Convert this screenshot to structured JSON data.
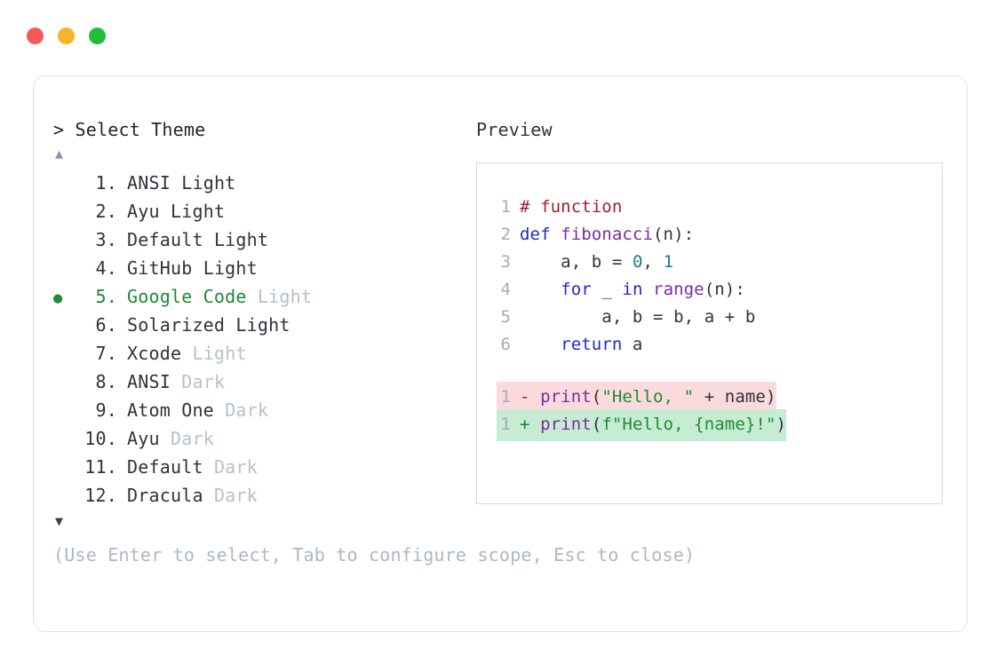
{
  "window": {
    "traffic_lights": [
      {
        "name": "close",
        "color": "#f25a55"
      },
      {
        "name": "minimize",
        "color": "#f5b429"
      },
      {
        "name": "maximize",
        "color": "#22bd3c"
      }
    ]
  },
  "prompt": {
    "marker": ">",
    "title": "Select Theme",
    "scroll_up_glyph": "▲",
    "scroll_down_glyph": "▼",
    "selected_index": 5,
    "selected_bullet": "●"
  },
  "themes": [
    {
      "num": "1.",
      "name": "ANSI",
      "variant": "Light",
      "variant_muted": false,
      "selected": false
    },
    {
      "num": "2.",
      "name": "Ayu",
      "variant": "Light",
      "variant_muted": false,
      "selected": false
    },
    {
      "num": "3.",
      "name": "Default",
      "variant": "Light",
      "variant_muted": false,
      "selected": false
    },
    {
      "num": "4.",
      "name": "GitHub",
      "variant": "Light",
      "variant_muted": false,
      "selected": false
    },
    {
      "num": "5.",
      "name": "Google Code",
      "variant": "Light",
      "variant_muted": true,
      "selected": true
    },
    {
      "num": "6.",
      "name": "Solarized",
      "variant": "Light",
      "variant_muted": false,
      "selected": false
    },
    {
      "num": "7.",
      "name": "Xcode",
      "variant": "Light",
      "variant_muted": true,
      "selected": false
    },
    {
      "num": "8.",
      "name": "ANSI",
      "variant": "Dark",
      "variant_muted": true,
      "selected": false
    },
    {
      "num": "9.",
      "name": "Atom One",
      "variant": "Dark",
      "variant_muted": true,
      "selected": false
    },
    {
      "num": "10.",
      "name": "Ayu",
      "variant": "Dark",
      "variant_muted": true,
      "selected": false
    },
    {
      "num": "11.",
      "name": "Default",
      "variant": "Dark",
      "variant_muted": true,
      "selected": false
    },
    {
      "num": "12.",
      "name": "Dracula",
      "variant": "Dark",
      "variant_muted": true,
      "selected": false
    }
  ],
  "hint": "(Use Enter to select, Tab to configure scope, Esc to close)",
  "preview": {
    "label": "Preview",
    "code_lines": [
      {
        "ln": "1",
        "tokens": [
          {
            "t": "# function",
            "c": "comment"
          }
        ]
      },
      {
        "ln": "2",
        "tokens": [
          {
            "t": "def ",
            "c": "kw"
          },
          {
            "t": "fibonacci",
            "c": "fn"
          },
          {
            "t": "(n):",
            "c": "plain"
          }
        ]
      },
      {
        "ln": "3",
        "tokens": [
          {
            "t": "    a, b = ",
            "c": "plain"
          },
          {
            "t": "0",
            "c": "num"
          },
          {
            "t": ", ",
            "c": "plain"
          },
          {
            "t": "1",
            "c": "num"
          }
        ]
      },
      {
        "ln": "4",
        "tokens": [
          {
            "t": "    ",
            "c": "plain"
          },
          {
            "t": "for",
            "c": "kw"
          },
          {
            "t": " _ ",
            "c": "plain"
          },
          {
            "t": "in",
            "c": "kw"
          },
          {
            "t": " ",
            "c": "plain"
          },
          {
            "t": "range",
            "c": "fn"
          },
          {
            "t": "(n):",
            "c": "plain"
          }
        ]
      },
      {
        "ln": "5",
        "tokens": [
          {
            "t": "        a, b = b, a + b",
            "c": "plain"
          }
        ]
      },
      {
        "ln": "6",
        "tokens": [
          {
            "t": "    ",
            "c": "plain"
          },
          {
            "t": "return",
            "c": "kw"
          },
          {
            "t": " a",
            "c": "plain"
          }
        ]
      }
    ],
    "diff_lines": [
      {
        "ln": "1",
        "kind": "removed",
        "marker": "-",
        "tokens": [
          {
            "t": "print",
            "c": "fn"
          },
          {
            "t": "(",
            "c": "plain"
          },
          {
            "t": "\"Hello, \"",
            "c": "str"
          },
          {
            "t": " + name)",
            "c": "plain"
          }
        ]
      },
      {
        "ln": "1",
        "kind": "added",
        "marker": "+",
        "tokens": [
          {
            "t": "print",
            "c": "fn"
          },
          {
            "t": "(",
            "c": "plain"
          },
          {
            "t": "f\"Hello, {name}!\"",
            "c": "str"
          },
          {
            "t": ")",
            "c": "plain"
          }
        ]
      }
    ]
  },
  "colors": {
    "accent_green": "#21883a",
    "muted": "#b8c0cd",
    "hint": "#aeb6c7",
    "line_number": "#a2acbd",
    "diff_removed_bg": "#fadadd",
    "diff_added_bg": "#c6ecd3",
    "border": "#dde0e7",
    "preview_border": "#d4dae3"
  }
}
